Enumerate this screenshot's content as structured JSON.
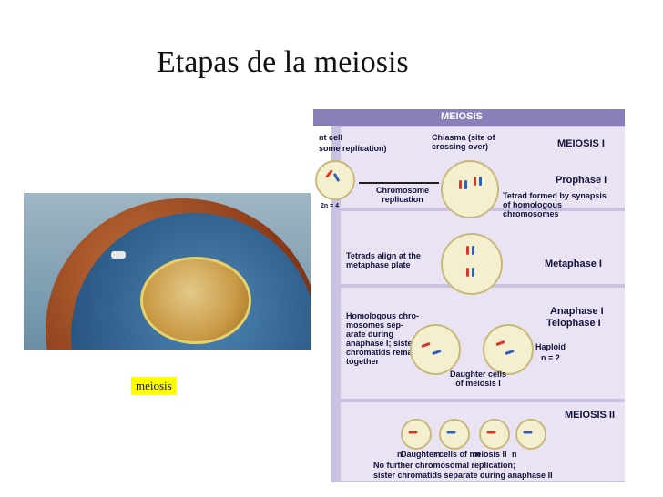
{
  "slide": {
    "title": "Etapas de la meiosis",
    "caption": "meiosis"
  },
  "diagram": {
    "header": "MEIOSIS",
    "parent_cell_label": "nt cell",
    "parent_cell_sub": "some replication)",
    "chromosome_number": "2n = 4",
    "chromosome_replication": "Chromosome replication",
    "chiasma": "Chiasma (site of crossing over)",
    "meiosis1": "MEIOSIS I",
    "prophase": "Prophase I",
    "tetrad_formed": "Tetrad formed by synapsis of homologous chromosomes",
    "tetrads_align": "Tetrads align at the metaphase plate",
    "metaphase": "Metaphase I",
    "anaphase": "Anaphase I",
    "telophase": "Telophase I",
    "homologous_sep": "Homologous chro- mosomes sep- arate during anaphase I; sister chromatids remain together",
    "haploid": "Haploid",
    "n_value": "n = 2",
    "daughter_cells_1": "Daughter cells of meiosis I",
    "meiosis2": "MEIOSIS II",
    "n": "n",
    "daughter_cells_2": "Daughter cells of meiosis II",
    "no_further": "No further chromosomal replication;",
    "sister_sep": "sister chromatids separate during anaphase II"
  },
  "colors": {
    "band": "#e9e3f4",
    "header": "#8a7fb8",
    "chromosome_a": "#d43a2a",
    "chromosome_b": "#2d5fbf",
    "caption_bg": "#ffff00"
  },
  "icons": [
    "cell-illustration",
    "meiosis-diagram"
  ]
}
